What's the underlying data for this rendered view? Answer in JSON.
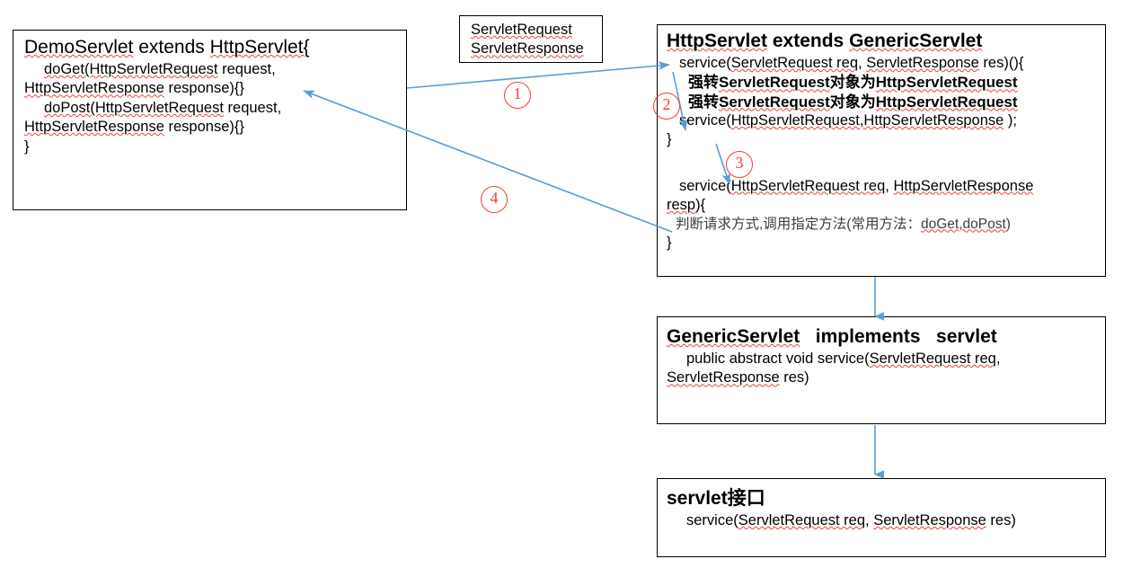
{
  "diagram": {
    "title": "Servlet inheritance / service dispatch flow",
    "accent_arrow_color": "#5B9BD5",
    "number_color": "#FA3C30",
    "box_border_color": "#000000",
    "spellcheck_underline_color": "#E8443A"
  },
  "boxes": {
    "demo_servlet": {
      "title": "DemoServlet  extends HttpServlet{",
      "title_part1": "DemoServlet",
      "title_part2": "extends",
      "title_part3": "HttpServlet{",
      "line1": "doGet(HttpServletRequest request,",
      "line1_a": "doGet(HttpServletRequest",
      "line1_b": "request,",
      "line2_a": "HttpServletResponse",
      "line2_b": "response){}",
      "line3_a": "doPost(HttpServletRequest",
      "line3_b": "request,",
      "line4_a": "HttpServletResponse",
      "line4_b": "response){}",
      "line5": "}"
    },
    "servlet_req_res": {
      "line1": "ServletRequest",
      "line2": "ServletResponse"
    },
    "http_servlet": {
      "title_part1": "HttpServlet",
      "title_part2": "extends",
      "title_part3": "GenericServlet",
      "line1_a": "service(",
      "line1_b": "ServletRequest req",
      "line1_c": ", ",
      "line1_d": "ServletResponse",
      "line1_e": " res)(){",
      "line2_a": "强转",
      "line2_b": "ServletRequest",
      "line2_c": "对象为",
      "line2_d": "HttpServletRequest",
      "line3_a": "强转",
      "line3_b": "ServletRequest",
      "line3_c": "对象为",
      "line3_d": "HttpServletRequest",
      "line4_a": "service(",
      "line4_b": "HttpServletRequest,HttpServletResponse",
      "line4_c": " );",
      "line5": "}",
      "line6_a": "service(",
      "line6_b": "HttpServletRequest req",
      "line6_c": ", ",
      "line6_d": "HttpServletResponse",
      "line7_a": "resp",
      "line7_b": "){",
      "line8_a": "判断请求方式,调用指定方法(常用方法：",
      "line8_b": "doGet,doPost",
      "line8_c": ")",
      "line9": "}"
    },
    "generic_servlet": {
      "title_part1": "GenericServlet",
      "title_part2": "implements",
      "title_part3": "servlet",
      "line1_a": "public abstract void service(",
      "line1_b": "ServletRequest req",
      "line1_c": ",",
      "line2_a": "ServletResponse",
      "line2_b": " res)"
    },
    "servlet_interface": {
      "title_part1": "servlet",
      "title_part2": "接口",
      "line1_a": "service(",
      "line1_b": "ServletRequest req",
      "line1_c": ", ",
      "line1_d": "ServletResponse",
      "line1_e": " res)"
    }
  },
  "step_numbers": [
    {
      "id": "step-1",
      "label": "①",
      "glyph": "1"
    },
    {
      "id": "step-2",
      "label": "②",
      "glyph": "2"
    },
    {
      "id": "step-3",
      "label": "③",
      "glyph": "3"
    },
    {
      "id": "step-4",
      "label": "④",
      "glyph": "4"
    }
  ],
  "numbers": {
    "one": "1",
    "two": "2",
    "three": "3",
    "four": "4"
  }
}
